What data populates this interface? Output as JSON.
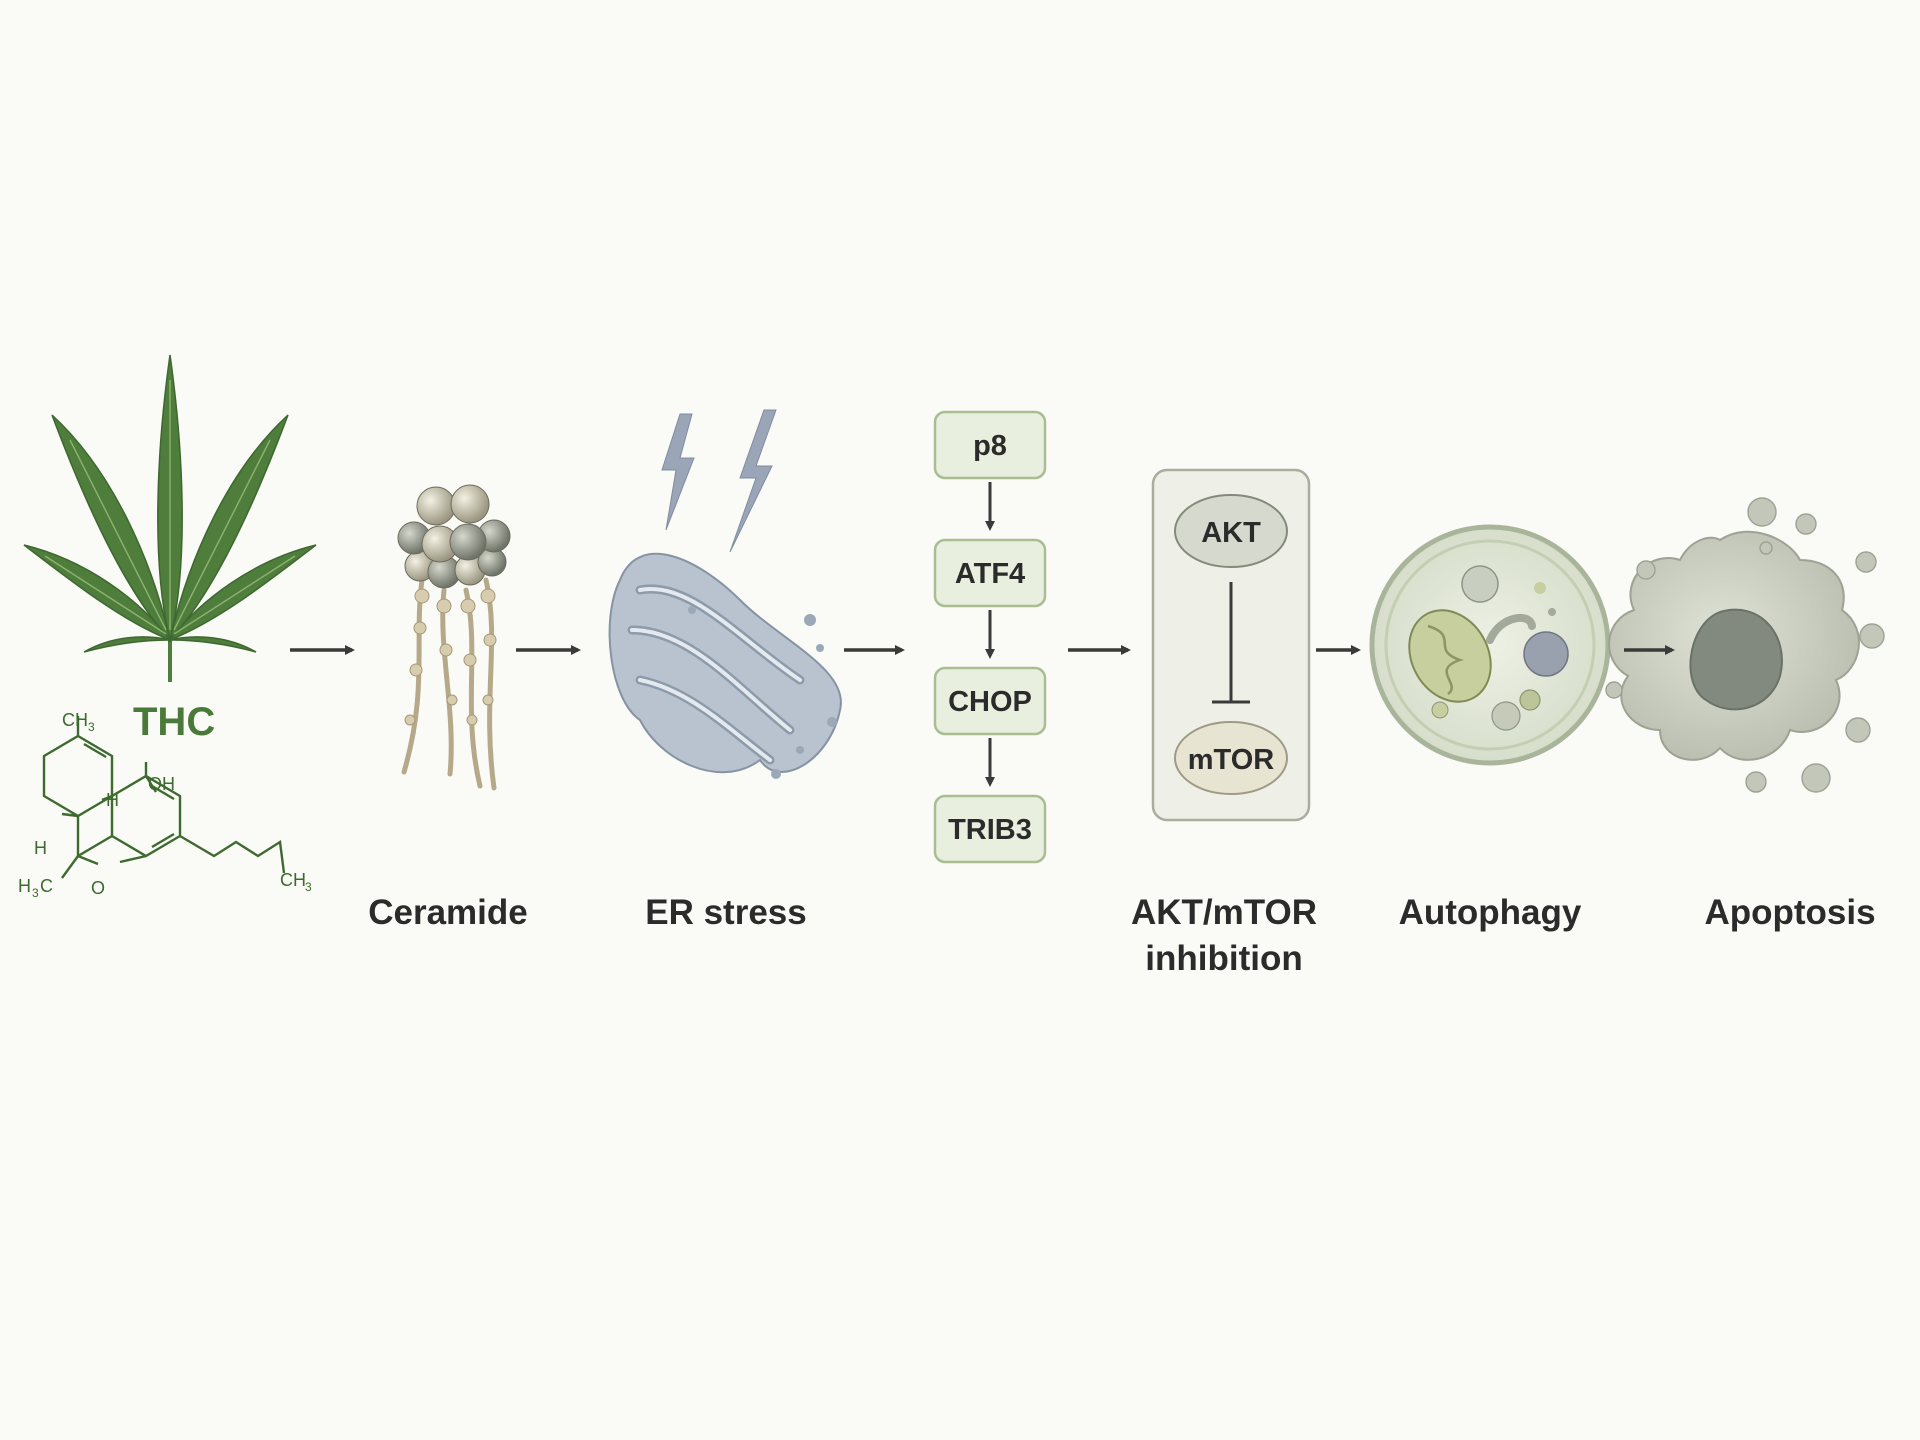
{
  "thc": {
    "label": "THC",
    "atoms": {
      "methyl_top": "CH",
      "oh": "OH",
      "h_upper": "H",
      "h_left": "H",
      "methyl_left": "H",
      "methyl_left_tail": "C",
      "oxygen": "O",
      "methyl_right": "CH"
    },
    "subscripts": {
      "three": "3"
    }
  },
  "steps": {
    "ceramide": "Ceramide",
    "er_stress": "ER stress",
    "akt_mtor_line1": "AKT/mTOR",
    "akt_mtor_line2": "inhibition",
    "autophagy": "Autophagy",
    "apoptosis": "Apoptosis"
  },
  "cascade": [
    "p8",
    "ATF4",
    "CHOP",
    "TRIB3"
  ],
  "akt_box": {
    "akt": "AKT",
    "mtor": "mTOR"
  },
  "colors": {
    "background": "#fafaf6",
    "leaf_green": "#4e7d3c",
    "molecule_green": "#3d6a2e",
    "box_fill": "#e9efdf",
    "box_stroke": "#a9bd93",
    "arrow": "#3a3a3a"
  }
}
